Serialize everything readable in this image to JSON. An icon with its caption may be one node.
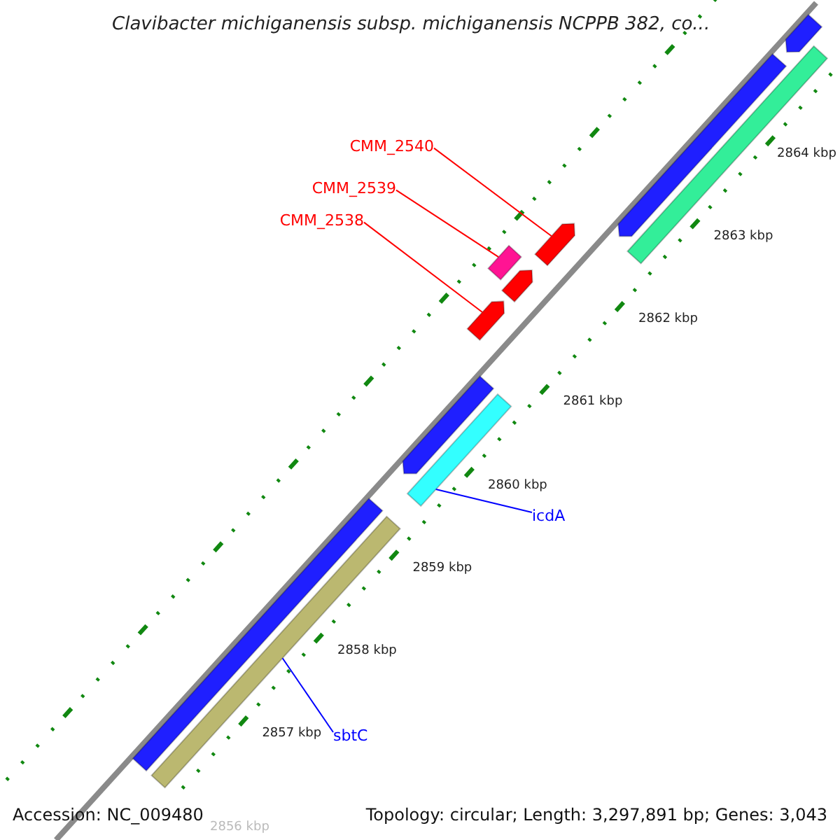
{
  "diagram": {
    "title": "Clavibacter michiganensis subsp. michiganensis NCPPB 382, co...",
    "nodes": [
      {
        "text": [
          "CMM_2540"
        ]
      },
      {
        "text": [],
        "shape": "arrow"
      },
      {
        "text": [
          "CMM_2539"
        ]
      },
      {
        "text": [],
        "shape": "box"
      },
      {
        "text": [
          "CMM_2538"
        ]
      },
      {
        "text": [],
        "shape": "arrow"
      },
      {
        "text": [
          "icdA"
        ]
      },
      {
        "text": [],
        "shape": "bar"
      },
      {
        "text": [
          "sbtC"
        ]
      },
      {
        "text": [],
        "shape": "bar"
      },
      {
        "text": [],
        "shape": "arrow"
      }
    ],
    "edges": [
      {
        "from": 0,
        "to": 1,
        "arrow": "none"
      },
      {
        "from": 2,
        "to": 3,
        "arrow": "none"
      },
      {
        "from": 4,
        "to": 5,
        "arrow": "none"
      },
      {
        "from": 6,
        "to": 7,
        "arrow": "none",
        "color": "#0000ff"
      },
      {
        "from": 8,
        "to": 9,
        "arrow": "none",
        "color": "#0000ff"
      }
    ],
    "labels": [
      "2864 kbp",
      "2863 kbp",
      "2862 kbp",
      "2861 kbp",
      "2860 kbp",
      "2859 kbp",
      "2858 kbp",
      "2857 kbp",
      "2856 kbp",
      "Accession: NC_009480",
      "Topology: circular; Length: 3,297,891 bp; Genes: 3,043"
    ]
  }
}
